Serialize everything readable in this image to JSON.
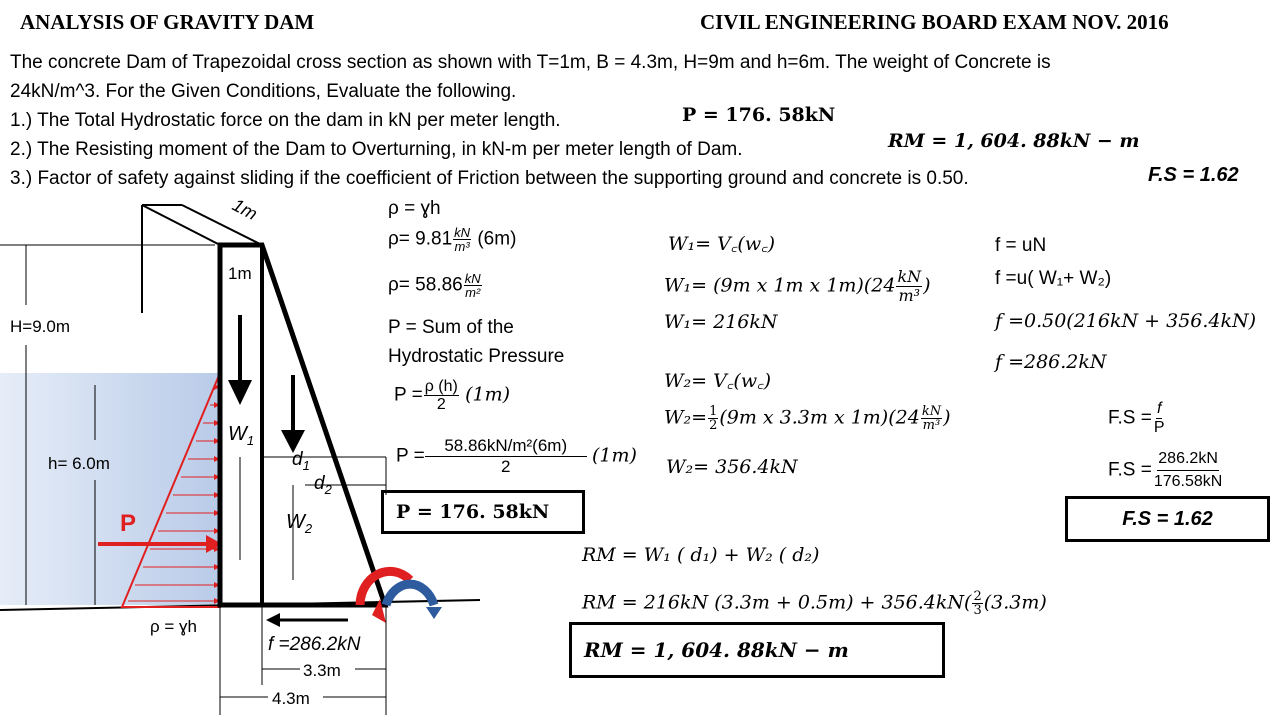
{
  "header": {
    "left_title": "ANALYSIS OF GRAVITY DAM",
    "right_title": "CIVIL ENGINEERING BOARD EXAM NOV. 2016"
  },
  "problem": {
    "line1": "The concrete Dam of Trapezoidal cross section as shown with T=1m, B = 4.3m, H=9m and h=6m. The weight of Concrete is",
    "line2": "24kN/m^3. For the Given Conditions, Evaluate the following.",
    "q1": "1.) The Total Hydrostatic force on the dam in kN per meter length.",
    "q2": "2.) The Resisting moment of the Dam to Overturning, in kN-m per meter length of Dam.",
    "q3": "3.) Factor of safety against sliding if the coefficient of Friction between the supporting ground and concrete is 0.50.",
    "a1": "P = 176. 58kN",
    "a2": "RM = 1, 604. 88kN − m",
    "a3": "F.S = 1.62"
  },
  "diagram": {
    "top_width_label": "1m",
    "crest_label": "1m",
    "H_label": "H=9.0m",
    "h_label": "h= 6.0m",
    "P_label": "P",
    "W1_label": "W",
    "W1_sub": "1",
    "W2_label": "W",
    "W2_sub": "2",
    "d1_label": "d",
    "d1_sub": "1",
    "d2_label": "d",
    "d2_sub": "2",
    "rho_bottom": "ρ = ɣh",
    "friction_label": "f =286.2kN",
    "dim_3_3": "3.3m",
    "dim_4_3": "4.3m",
    "colors": {
      "water": "#c9d7ef",
      "pressure": "#e02020",
      "moment_red": "#e02020",
      "moment_blue": "#2e5a9e"
    }
  },
  "pressure_calc": {
    "l1": "ρ = ɣh",
    "l2a": "ρ= 9.81",
    "l2_num": "kN",
    "l2_den": "m³",
    "l2b": "(6m)",
    "l3a": "ρ= 58.86",
    "l3_num": "kN",
    "l3_den": "m²",
    "l4": "P = Sum of the",
    "l5": "Hydrostatic Pressure",
    "l6a": "P =",
    "l6_num": "ρ (h)",
    "l6_den": "2",
    "l6b": "(1m)",
    "l7a": "P =",
    "l7_num": "58.86kN/m²(6m)",
    "l7_den": "2",
    "l7b": "(1m)",
    "result": "P = 176. 58kN"
  },
  "weights": {
    "w1a": "W₁= V꜀(w꜀)",
    "w1b_a": "W₁= (9m x 1m x 1m)(24",
    "w1b_num": "kN",
    "w1b_den": "m³",
    "w1b_b": ")",
    "w1c": "W₁= 216kN",
    "w2a": "W₂= V꜀(w꜀)",
    "w2b_a": "W₂=",
    "w2b_fnum": "1",
    "w2b_fden": "2",
    "w2b_b": "(9m x 3.3m x 1m)(24",
    "w2b_num": "kN",
    "w2b_den": "m³",
    "w2b_c": ")",
    "w2c": "W₂= 356.4kN"
  },
  "friction": {
    "f1": "f = uN",
    "f2": "f =u( W₁+ W₂)",
    "f3": "f =0.50(216kN + 356.4kN)",
    "f4": "f =286.2kN"
  },
  "safety": {
    "fs1a": "F.S =",
    "fs1_num": "f",
    "fs1_den": "P",
    "fs2a": "F.S =",
    "fs2_num": "286.2kN",
    "fs2_den": "176.58kN",
    "result": "F.S = 1.62"
  },
  "moment": {
    "rm1": "RM = W₁ ( d₁) + W₂ ( d₂)",
    "rm2a": "RM = 216kN (3.3m + 0.5m) + 356.4kN(",
    "rm2_num": "2",
    "rm2_den": "3",
    "rm2b": "(3.3m)",
    "result": "RM = 1, 604. 88kN − m"
  }
}
